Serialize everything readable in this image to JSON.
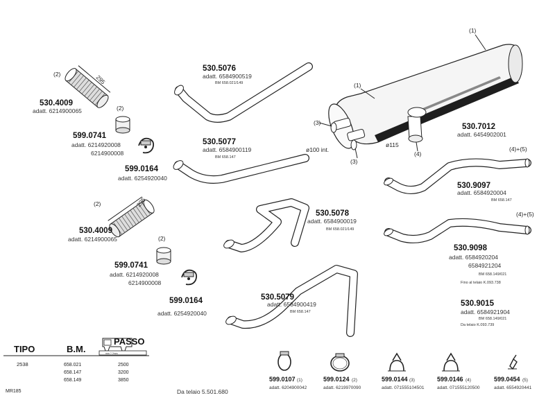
{
  "parts": {
    "p5305076": {
      "number": "530.5076",
      "oe": "adatt. 6584900519",
      "bm": "BM 658.021/149"
    },
    "p5305077": {
      "number": "530.5077",
      "oe": "adatt. 6584900119",
      "bm": "BM 658.147"
    },
    "p5305078": {
      "number": "530.5078",
      "oe": "adatt. 6584900019",
      "bm": "BM 658.021/149"
    },
    "p5305079": {
      "number": "530.5079",
      "oe": "adatt. 6584900419",
      "bm": "BM 658.147"
    },
    "p5304009a": {
      "number": "530.4009",
      "oe": "adatt. 6214900065",
      "ref": "(2)",
      "dim": "295"
    },
    "p5304009b": {
      "number": "530.4009",
      "oe": "adatt. 6214900065",
      "ref": "(2)",
      "dim": "295"
    },
    "p5990741a": {
      "number": "599.0741",
      "oe1": "adatt. 6214920008",
      "oe2": "6214900008",
      "ref": "(2)"
    },
    "p5990741b": {
      "number": "599.0741",
      "oe1": "adatt. 6214920008",
      "oe2": "6214900008",
      "ref": "(2)"
    },
    "p5990164a": {
      "number": "599.0164",
      "oe": "adatt. 6254920040"
    },
    "p5990164b": {
      "number": "599.0164",
      "oe": "adatt. 6254920040"
    },
    "p5307012": {
      "number": "530.7012",
      "oe": "adatt. 6454902001"
    },
    "p5309097": {
      "number": "530.9097",
      "oe": "adatt. 6584920004",
      "bm": "BM 658.147",
      "ref": "(4)+(5)"
    },
    "p5309098": {
      "number": "530.9098",
      "oe1": "adatt. 6584920204",
      "oe2": "6584921204",
      "bm": "BM 658.149/021",
      "note": "Fino al telaio K.093.738",
      "ref": "(4)+(5)"
    },
    "p5309015": {
      "number": "530.9015",
      "oe": "adatt. 6584921904",
      "bm": "BM 658.149/021",
      "note": "Da telaio K.093.739"
    }
  },
  "muffler": {
    "ref1a": "(1)",
    "ref1b": "(1)",
    "ref3a": "(3)",
    "ref3b": "(3)",
    "ref4": "(4)",
    "dia_inlet": "ø100 int.",
    "dia_outlet": "ø115"
  },
  "clamps": [
    {
      "number": "599.0107",
      "ref": "(1)",
      "oe": "adatt. 6204900042"
    },
    {
      "number": "599.0124",
      "ref": "(2)",
      "oe": "adatt. 6219970090"
    },
    {
      "number": "599.0144",
      "ref": "(3)",
      "oe": "adatt. 0715551045​01"
    },
    {
      "number": "599.0146",
      "ref": "(4)",
      "oe": "adatt. 0715551205​00"
    },
    {
      "number": "599.0454",
      "ref": "(5)",
      "oe": "adatt. 6554920441"
    }
  ],
  "table": {
    "col_tipo": "TIPO",
    "col_bm": "B.M.",
    "passo_label": "PASSO",
    "passo_sub": "mm ?.?mm",
    "tipo": "2538",
    "bm": [
      "658.021",
      "658.147",
      "658.149"
    ],
    "passo": [
      "2500",
      "3200",
      "3850"
    ]
  },
  "footer": {
    "code": "MR185",
    "frame": "Da telaio 5.501.680"
  }
}
